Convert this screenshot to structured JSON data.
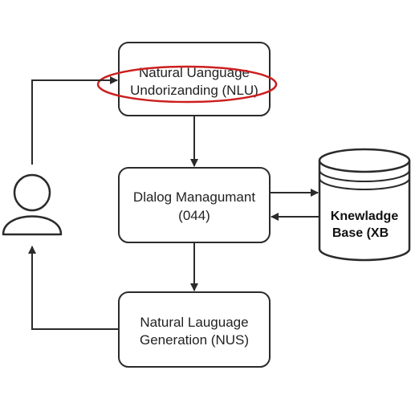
{
  "nodes": {
    "nlu": {
      "line1": "Natural Uanguage",
      "line2": "Undorizanding (NLU)"
    },
    "dm": {
      "line1": "Dlalog Managumant",
      "line2": "(044)"
    },
    "nlg": {
      "line1": "Natural Lauguage",
      "line2": "Generation (NUS)"
    },
    "kb": {
      "line1": "Knewladge",
      "line2": "Base (XB"
    }
  },
  "icons": {
    "user": "user-icon",
    "database": "database-icon"
  },
  "colors": {
    "stroke": "#2b2b2b",
    "highlight": "#cc1f1f",
    "background": "#ffffff"
  }
}
